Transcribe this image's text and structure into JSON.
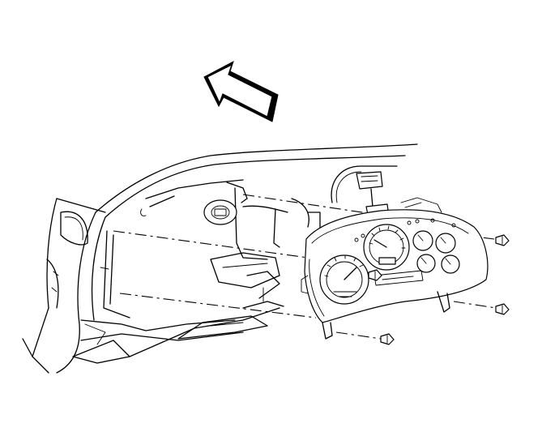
{
  "diagram": {
    "arrow_direction": "upper-left",
    "colors": {
      "line": "#000000",
      "background": "#ffffff"
    },
    "parts": [
      {
        "name": "instrument-panel-carrier"
      },
      {
        "name": "instrument-cluster"
      },
      {
        "name": "cluster-screw",
        "count": 4
      },
      {
        "name": "electrical-connector"
      },
      {
        "name": "direction-arrow"
      }
    ]
  }
}
